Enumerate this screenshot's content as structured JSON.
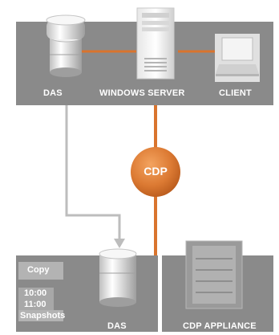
{
  "top_panel": {
    "das_label": "DAS",
    "server_label": "WINDOWS SERVER",
    "client_label": "CLIENT"
  },
  "cdp_badge": {
    "label": "CDP"
  },
  "bottom_panel": {
    "copy_label": "Copy",
    "time_1": "10:00",
    "time_2": "11:00",
    "snapshots_label": "Snapshots",
    "das_label": "DAS",
    "appliance_label": "CDP APPLIANCE"
  },
  "colors": {
    "panel_gray": "#8a8a8a",
    "link_orange": "#d9742e",
    "arrow_gray": "#bdbdbd"
  }
}
